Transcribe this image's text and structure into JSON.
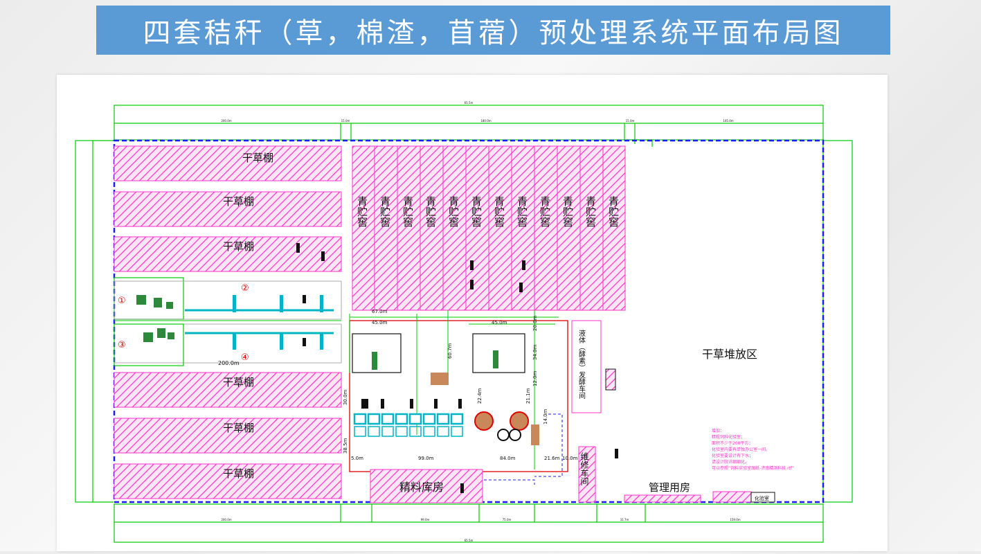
{
  "slide": {
    "title": "四套秸秆（草，棉渣，苜蓿）预处理系统平面布局图"
  },
  "plan": {
    "hay_shed_label": "干草棚",
    "alfalfa_label": "青贮窖",
    "hay_storage_label": "干草堆放区",
    "concentrate_store_label": "精料库房",
    "management_label": "管理用房",
    "lab_label": "化验室",
    "repair_shop_label": "维修车间",
    "fermentation_label": "液体（酵素）发酵车间",
    "line_numbers": [
      "①",
      "②",
      "③",
      "④"
    ],
    "dimensions": {
      "top_total": "65.5m",
      "bottom_total": "65.5m",
      "d_67": "67.0m",
      "d_45a": "45.0m",
      "d_45b": "45.0m",
      "d_200": "200.0m",
      "d_20": "20.0m",
      "d_34": "34.0m",
      "d_30": "30.0m",
      "d_38": "38.5m",
      "d_99": "99.0m",
      "d_84": "84.0m",
      "d_5": "5.0m",
      "d_12": "12.0m",
      "d_22": "22.4m",
      "d_21": "21.1m",
      "d_14": "14.0m",
      "d_21b": "21.6m",
      "d_10": "10.0m",
      "d_60": "60.7m"
    },
    "notes": [
      "增加：",
      "精粗饲料化验室；",
      "面积不少于200平方；",
      "化验室内要有单独办公室一间。",
      "化验室要设计有下水；",
      "请设计院详细细化。",
      "可以参照“饲料实验室图纸-济南精测科技.rtf”"
    ]
  },
  "colors": {
    "title_bg": "#5b9bd5",
    "green_dim": "#00cc00",
    "blue_boundary": "#1a1aff",
    "magenta_hatch": "#ff33cc",
    "red_line": "#e00000",
    "cyan_conveyor": "#00b4c8"
  }
}
